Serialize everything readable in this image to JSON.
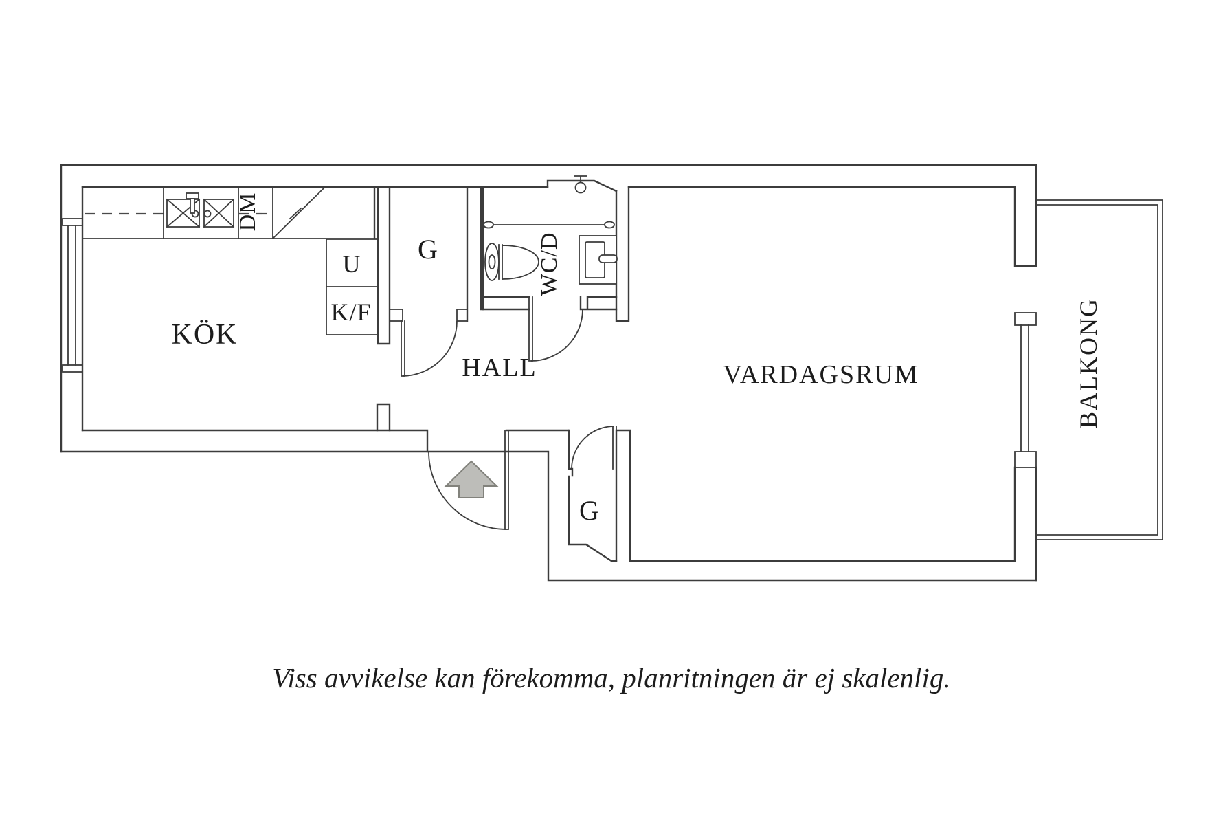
{
  "rooms": {
    "kitchen": "KÖK",
    "hall": "HALL",
    "living_room": "VARDAGSRUM",
    "balcony": "BALKONG",
    "wc_shower": "WC/D"
  },
  "labels": {
    "closet_upper": "G",
    "closet_lower": "G",
    "upper_cabinet": "U",
    "fridge_freezer": "K/F",
    "dishwasher": "DM"
  },
  "caption": "Viss avvikelse kan förekomma, planritningen är ej skalenlig.",
  "colors": {
    "wall_line": "#3c3c3c",
    "text": "#1c1c1c",
    "entrance_arrow_fill": "#bdbdb9",
    "entrance_arrow_stroke": "#82827c",
    "background": "#ffffff"
  }
}
